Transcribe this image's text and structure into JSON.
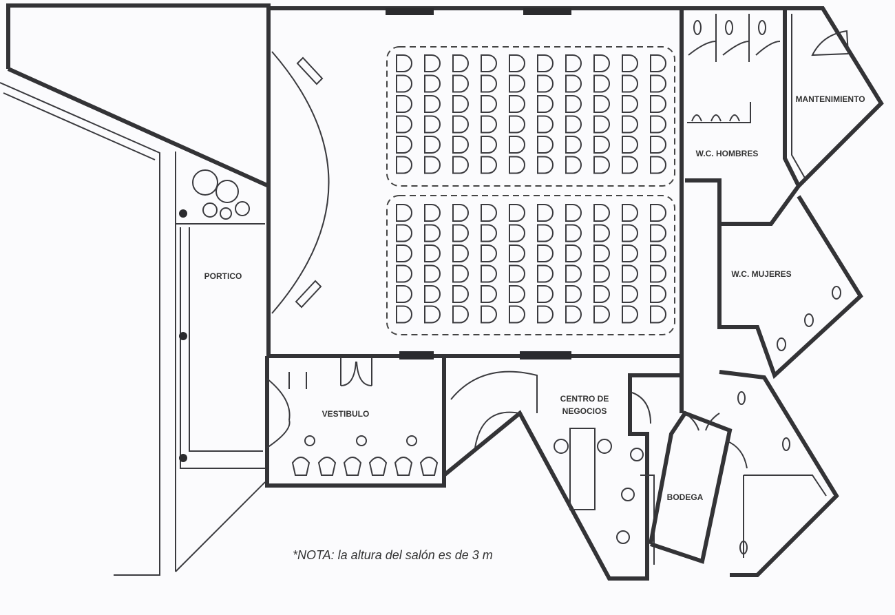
{
  "rooms": {
    "portico": "PORTICO",
    "vestibulo": "VESTIBULO",
    "centro_line1": "CENTRO DE",
    "centro_line2": "NEGOCIOS",
    "bodega": "BODEGA",
    "wc_hombres": "W.C. HOMBRES",
    "wc_mujeres": "W.C. MUJERES",
    "mantenimiento": "MANTENIMIENTO"
  },
  "note": "*NOTA: la altura del salón es de 3 m",
  "seating": {
    "blocks": [
      {
        "rows": 6,
        "cols": 10
      },
      {
        "rows": 6,
        "cols": 10
      }
    ]
  }
}
